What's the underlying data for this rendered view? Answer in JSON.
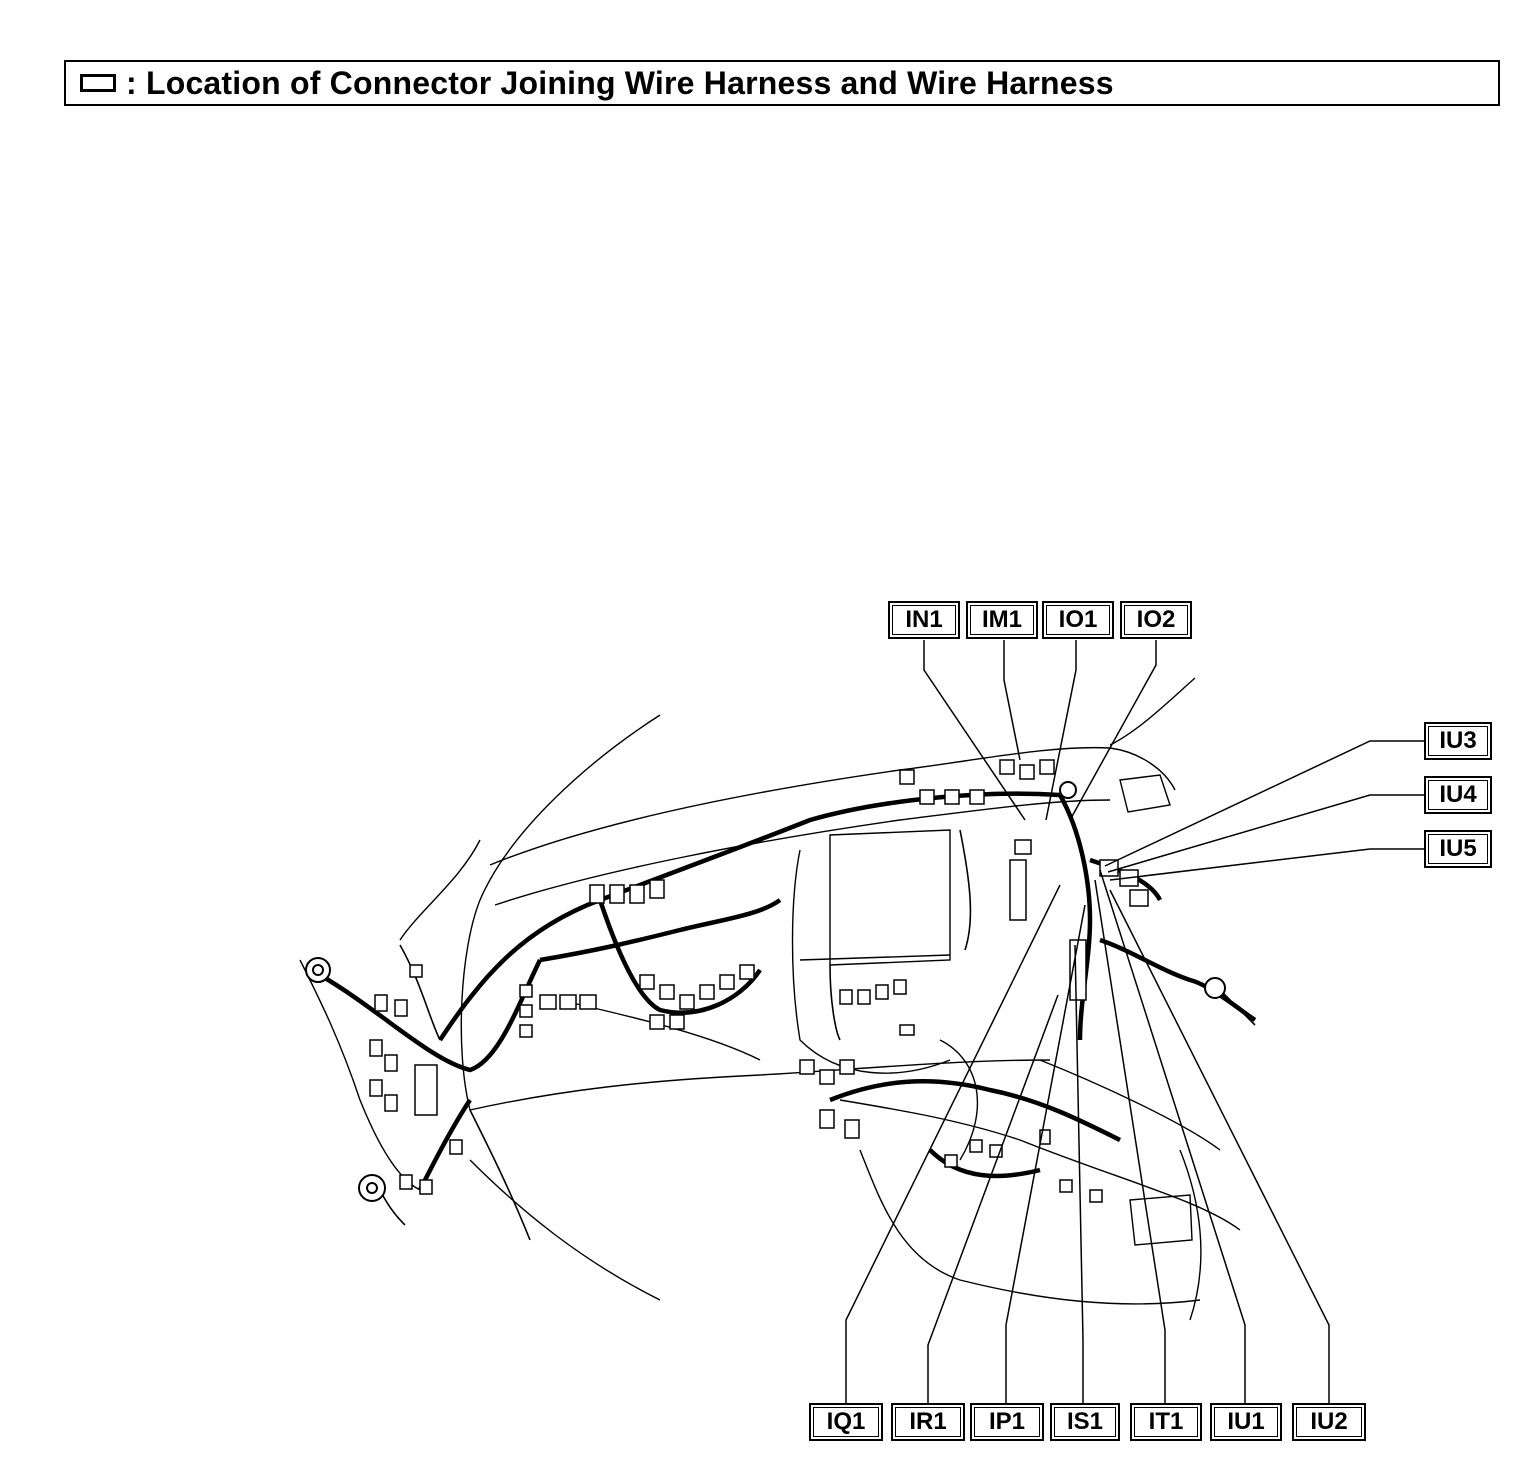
{
  "header": {
    "title": ": Location of Connector Joining Wire Harness and Wire Harness",
    "icon": "connector-box-icon"
  },
  "connectors": {
    "top": [
      "IN1",
      "IM1",
      "IO1",
      "IO2"
    ],
    "right": [
      "IU3",
      "IU4",
      "IU5"
    ],
    "bottom": [
      "IQ1",
      "IR1",
      "IP1",
      "IS1",
      "IT1",
      "IU1",
      "IU2"
    ]
  }
}
